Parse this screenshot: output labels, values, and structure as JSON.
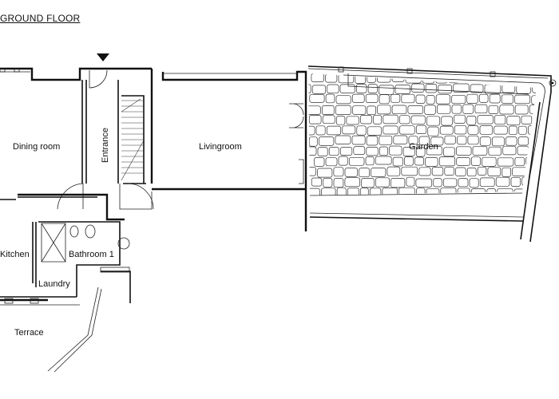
{
  "plan": {
    "title": "GROUND FLOOR",
    "rooms": {
      "dining_room": "Dining room",
      "entrance": "Entrance",
      "livingroom": "Livingroom",
      "garden": "Garden",
      "kitchen": "Kitchen",
      "bathroom": "Bathroom 1",
      "laundry": "Laundry",
      "terrace": "Terrace"
    }
  }
}
